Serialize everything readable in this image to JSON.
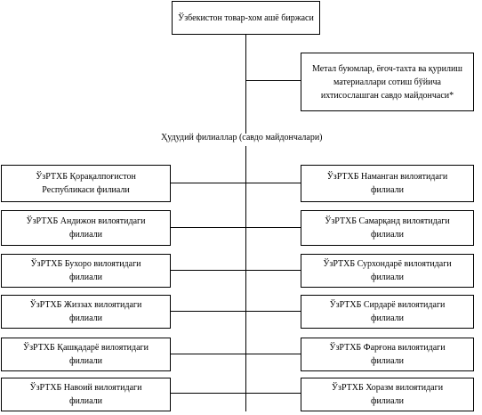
{
  "root": {
    "label": "Ўзбекистон товар-хом ашё биржаси"
  },
  "special": {
    "label": "Метал буюмлар, ёғоч-тахта ва қурилиш материаллари сотиш бўйича ихтисослашган савдо майдончаси*"
  },
  "branches_caption": "Ҳудудий филиаллар (савдо майдончалари)",
  "left_branches": [
    {
      "line1": "ЎзРТХБ Қорақалпоғистон",
      "line2": "Республикаси филиали"
    },
    {
      "line1": "ЎзРТХБ Андижон вилоятидаги",
      "line2": "филиали"
    },
    {
      "line1": "ЎзРТХБ Бухоро вилоятидаги",
      "line2": "филиали"
    },
    {
      "line1": "ЎзРТХБ Жиззах вилоятидаги",
      "line2": "филиали"
    },
    {
      "line1": "ЎзРТХБ Қашқадарё вилоятидаги",
      "line2": "филиали"
    },
    {
      "line1": "ЎзРТХБ Навоий вилоятидаги",
      "line2": "филиали"
    }
  ],
  "right_branches": [
    {
      "line1": "ЎзРТХБ Наманган вилоятидаги",
      "line2": "филиали"
    },
    {
      "line1": "ЎзРТХБ Самарқанд вилоятидаги",
      "line2": "филиали"
    },
    {
      "line1": "ЎзРТХБ Сурхондарё вилоятидаги",
      "line2": "филиали"
    },
    {
      "line1": "ЎзРТХБ Сирдарё вилоятидаги",
      "line2": "филиали"
    },
    {
      "line1": "ЎзРТХБ Фарғона вилоятидаги",
      "line2": "филиали"
    },
    {
      "line1": "ЎзРТХБ Хоразм вилоятидаги",
      "line2": "филиали"
    }
  ]
}
